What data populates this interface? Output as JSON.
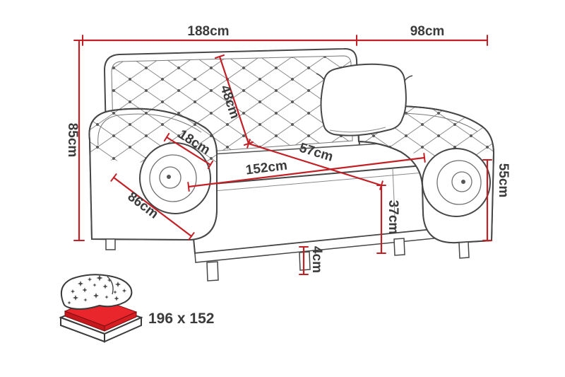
{
  "dims": {
    "overall_width": "188cm",
    "overall_depth": "98cm",
    "overall_height": "85cm",
    "backrest_height": "48cm",
    "armrest_width": "18cm",
    "seat_depth": "57cm",
    "seat_width": "152cm",
    "armrest_front_length": "86cm",
    "armrest_height": "55cm",
    "seat_height": "37cm",
    "base_clearance": "4cm"
  },
  "bed": {
    "size": "196 x 152",
    "icon": "fold-out-bed-icon"
  },
  "colors": {
    "dimension_line": "#c32026",
    "sofa_outline": "#474747",
    "mattress_red": "#e8262b",
    "label_text": "#3b3b3b"
  }
}
